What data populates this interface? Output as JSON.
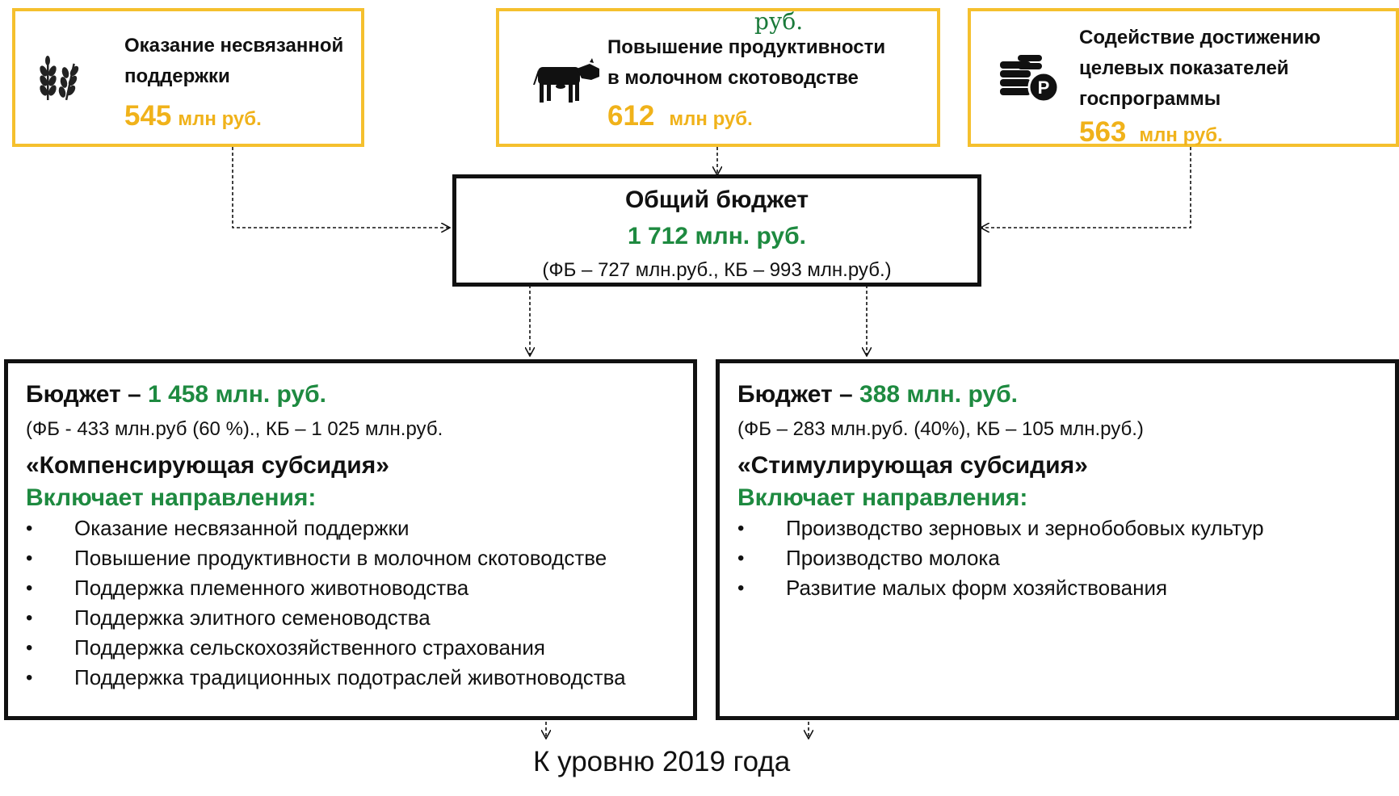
{
  "top": [
    {
      "title_lines": [
        "Оказание несвязанной",
        "поддержки"
      ],
      "amount": "545",
      "unit": "млн руб.",
      "icon": "wheat-icon"
    },
    {
      "title_lines": [
        "Повышение продуктивности",
        "в молочном скотоводстве"
      ],
      "amount": "612",
      "unit": "млн руб.",
      "icon": "cow-icon",
      "top_note": "руб."
    },
    {
      "title_lines": [
        "Содействие достижению",
        "целевых показателей",
        "госпрограммы"
      ],
      "amount": "563",
      "unit": "млн руб.",
      "icon": "coins-ruble-icon"
    }
  ],
  "total": {
    "title": "Общий бюджет",
    "amount": "1 712 млн. руб.",
    "breakdown": "(ФБ – 727 млн.руб., КБ – 993  млн.руб.)"
  },
  "compensating": {
    "budget_label": "Бюджет – ",
    "budget_amount": "1 458 млн. руб.",
    "breakdown": "(ФБ - 433 млн.руб (60 %)., КБ – 1 025 млн.руб.",
    "name": "«Компенсирующая субсидия»",
    "includes_label": "Включает направления:",
    "items": [
      "Оказание несвязанной поддержки",
      "Повышение продуктивности в молочном скотоводстве",
      "Поддержка племенного животноводства",
      "Поддержка элитного семеноводства",
      "Поддержка сельскохозяйственного страхования",
      "Поддержка традиционных подотраслей животноводства"
    ]
  },
  "stimulating": {
    "budget_label": "Бюджет – ",
    "budget_amount": "388 млн. руб.",
    "breakdown": "(ФБ – 283 млн.руб. (40%), КБ – 105 млн.руб.)",
    "name": "«Стимулирующая субсидия»",
    "includes_label": "Включает направления:",
    "items": [
      "Производство зерновых и зернобобовых культур",
      "Производство молока",
      "Развитие малых форм хозяйствования"
    ]
  },
  "footer": "К уровню 2019 года",
  "colors": {
    "gold": "#f0b21a",
    "border_yellow": "#f5c02e",
    "green": "#1e8a40"
  }
}
